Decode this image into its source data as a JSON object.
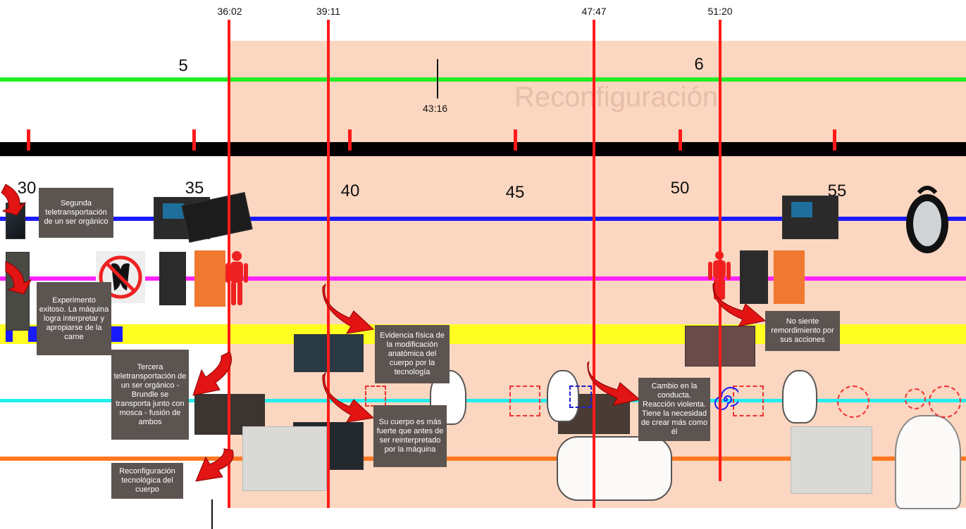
{
  "timestamps": [
    "36:02",
    "39:11",
    "47:47",
    "51:20"
  ],
  "act_numbers": [
    "5",
    "6"
  ],
  "midpoint_time": "43:16",
  "phase_title": "Reconfiguración",
  "minute_marks": [
    "30",
    "35",
    "40",
    "45",
    "50",
    "55"
  ],
  "notes": {
    "second_teleport": "Segunda teletransportación de un ser orgánico",
    "experiment": "Experimento exitoso. La máquina logra interpretar y apropiarse de la carne",
    "third_teleport": "Tercera teletransportación de un ser orgánico - Brundle se transporta junto con mosca - fusión de ambos",
    "reconfig": "Reconfiguración tecnológica del cuerpo",
    "evidence": "Evidencia física de la modificación anatómica del cuerpo por la tecnología",
    "stronger": "Su cuerpo es más fuerte que antes de ser reinterpretado por la máquina",
    "behavior": "Cambio en la conducta. Reacción violenta. Tiene la necesidad de crear más como él",
    "remorse": "No siente remordimiento por sus acciones"
  },
  "colors": {
    "phase_bg": "#fbd6c0",
    "green": "#22ee22",
    "black": "#000000",
    "blue": "#1a1aff",
    "magenta": "#ff22ff",
    "yellow": "#ffff22",
    "cyan": "#22eeee",
    "orange": "#ff7722",
    "red": "#ff1a1a",
    "note_bg": "#5b5450"
  },
  "icons": [
    "telepod-machine-icon",
    "camcorder-icon",
    "no-kiss-icon",
    "robot-head-icon",
    "cubist-face-icon",
    "human-body-icon",
    "mirror-icon",
    "curved-arrow-icon",
    "sketch-creature-icon"
  ]
}
